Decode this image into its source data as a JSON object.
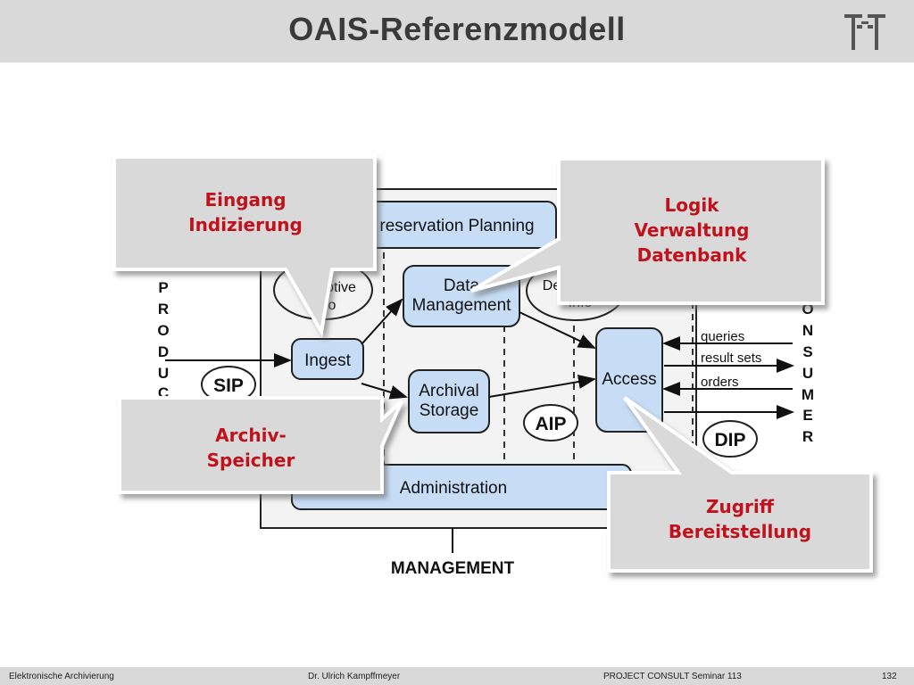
{
  "slide": {
    "title": "OAIS-Referenzmodell"
  },
  "diagram": {
    "boxes": {
      "preservation_planning": "reservation Planning",
      "data_management": [
        "Data",
        "Management"
      ],
      "ingest": "Ingest",
      "archival_storage": [
        "Archival",
        "Storage"
      ],
      "access": "Access",
      "administration": "Administration"
    },
    "ellipses": {
      "descriptive_left": [
        "otive",
        "o"
      ],
      "descriptive_right": [
        "De",
        "Info"
      ]
    },
    "packages": {
      "sip": "SIP",
      "aip": "AIP",
      "dip": "DIP"
    },
    "producer_letters": [
      "P",
      "R",
      "O",
      "D",
      "U",
      "C"
    ],
    "consumer_letters": [
      "O",
      "N",
      "S",
      "U",
      "M",
      "E",
      "R"
    ],
    "flows": {
      "queries": "queries",
      "result_sets": "result sets",
      "orders": "orders"
    },
    "management_label": "MANAGEMENT"
  },
  "callouts": {
    "ingest": [
      "Eingang",
      "Indizierung"
    ],
    "data_management": [
      "Logik",
      "Verwaltung",
      "Datenbank"
    ],
    "archival_storage": [
      "Archiv-",
      "Speicher"
    ],
    "access": [
      "Zugriff",
      "Bereitstellung"
    ]
  },
  "footer": {
    "left": "Elektronische Archivierung",
    "author": "Dr. Ulrich Kampffmeyer",
    "seminar": "PROJECT CONSULT Seminar 113",
    "page": "132"
  },
  "colors": {
    "box_fill": "#c7ddf5",
    "callout_fill": "#d9d9d9",
    "callout_text": "#c0121c",
    "title_bar": "#d9d9d9"
  }
}
